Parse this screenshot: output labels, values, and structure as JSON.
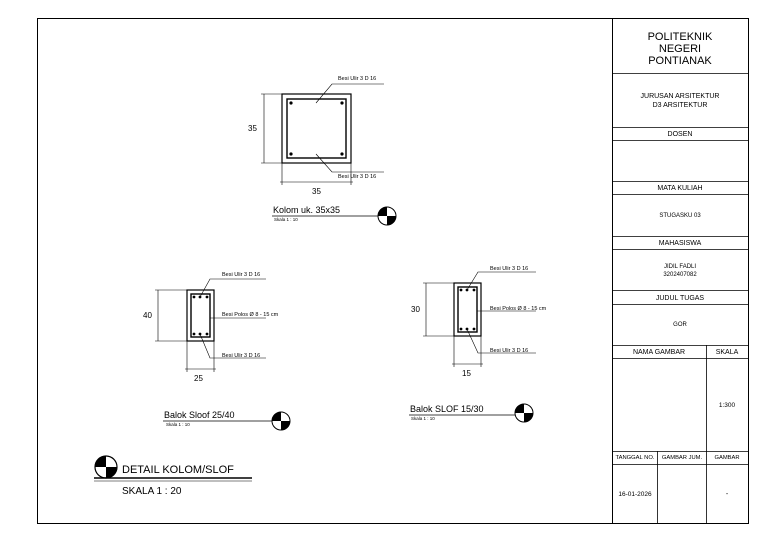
{
  "title_block": {
    "school": [
      "POLITEKNIK",
      "NEGERI",
      "PONTIANAK"
    ],
    "department": [
      "JURUSAN ARSITEKTUR",
      "D3 ARSITEKTUR"
    ],
    "dosen_label": "DOSEN",
    "dosen_value": "",
    "mata_kuliah_label": "MATA KULIAH",
    "mata_kuliah_value": "STUGASKU 03",
    "mahasiswa_label": "MAHASISWA",
    "mahasiswa_name": "JIDIL FADLI",
    "mahasiswa_nim": "3202407082",
    "judul_label": "JUDUL TUGAS",
    "judul_value": "GOR",
    "nama_gambar_label": "NAMA GAMBAR",
    "skala_label": "SKALA",
    "skala_value": "1:300",
    "tanggal_label": "TANGGAL NO.",
    "gambar_jumlah_label": "GAMBAR JUM.",
    "gambar_label": "GAMBAR",
    "tanggal_value": "16-01-2026",
    "gambar_value": "-"
  },
  "kolom": {
    "top_bar_label": "Besi Ulir 3 D 16",
    "bottom_bar_label": "Besi Ulir 3 D 16",
    "height_dim": "35",
    "width_dim": "35",
    "title": "Kolom uk. 35x35",
    "scale": "Skala 1 : 10"
  },
  "sloof": {
    "top_bar_label": "Besi Ulir 3 D 16",
    "stirrup_label": "Besi Polos Ø 8 - 15 cm",
    "bottom_bar_label": "Besi Ulir 3 D 16",
    "height_dim": "40",
    "width_dim": "25",
    "title": "Balok Sloof 25/40",
    "scale": "Skala 1 : 10"
  },
  "slof": {
    "top_bar_label": "Besi Ulir 3 D 16",
    "stirrup_label": "Besi Polos Ø 8 - 15 cm",
    "bottom_bar_label": "Besi Ulir 3 D 16",
    "height_dim": "30",
    "width_dim": "15",
    "title": "Balok SLOF 15/30",
    "scale": "Skala 1 : 10"
  },
  "detail": {
    "title": "DETAIL KOLOM/SLOF",
    "scale": "SKALA 1 : 20"
  }
}
